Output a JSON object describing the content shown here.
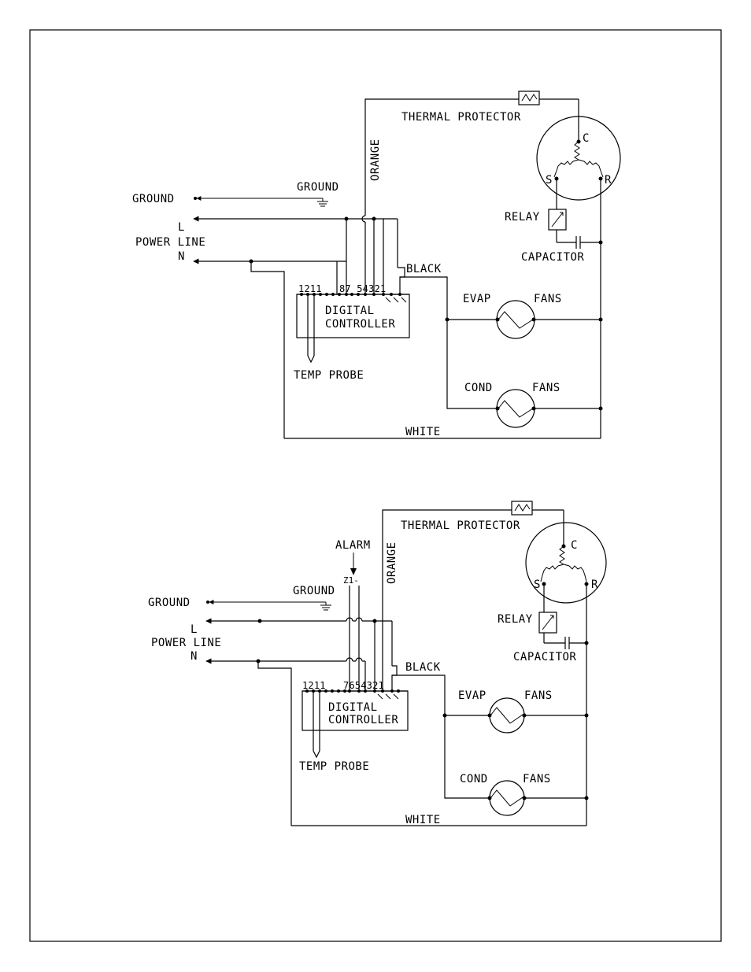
{
  "diagram1": {
    "ground_left": "GROUND",
    "ground_symbol": "GROUND",
    "l": "L",
    "power_line": "POWER LINE",
    "n": "N",
    "thermal_protector": "THERMAL PROTECTOR",
    "orange": "ORANGE",
    "c": "C",
    "s": "S",
    "r": "R",
    "relay": "RELAY",
    "capacitor": "CAPACITOR",
    "black": "BLACK",
    "terminals": "1211   87 54321",
    "digital": "DIGITAL",
    "controller": "CONTROLLER",
    "evap": "EVAP",
    "fans_evap": "FANS",
    "cond": "COND",
    "fans_cond": "FANS",
    "temp_probe": "TEMP PROBE",
    "white": "WHITE"
  },
  "diagram2": {
    "ground_left": "GROUND",
    "ground_symbol": "GROUND",
    "alarm": "ALARM",
    "z": "Z1-",
    "l": "L",
    "power_line": "POWER LINE",
    "n": "N",
    "thermal_protector": "THERMAL PROTECTOR",
    "orange": "ORANGE",
    "c": "C",
    "s": "S",
    "r": "R",
    "relay": "RELAY",
    "capacitor": "CAPACITOR",
    "black": "BLACK",
    "terminals": "1211   7654321",
    "digital": "DIGITAL",
    "controller": "CONTROLLER",
    "evap": "EVAP",
    "fans_evap": "FANS",
    "cond": "COND",
    "fans_cond": "FANS",
    "temp_probe": "TEMP PROBE",
    "white": "WHITE"
  }
}
